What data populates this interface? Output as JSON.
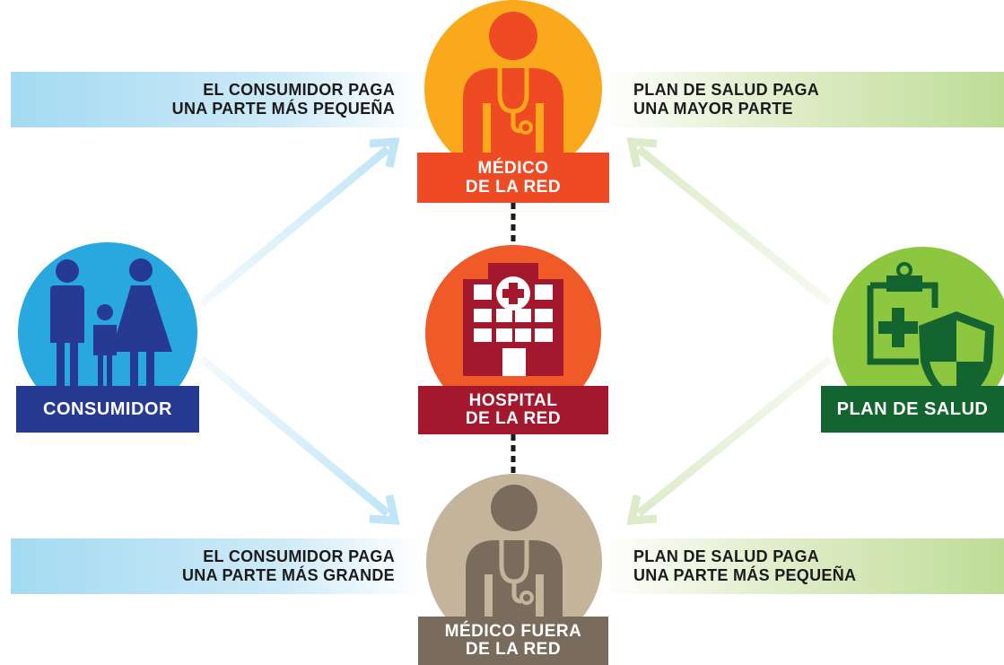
{
  "colors": {
    "consumer_blue": "#29a8df",
    "consumer_label": "#263a93",
    "doctor_in_orange": "#f9a91b",
    "doctor_in_label": "#ee4b24",
    "hospital_orange": "#f05a28",
    "hospital_label": "#a3182d",
    "doctor_out_tan": "#c4b49b",
    "doctor_out_label": "#7a6c5d",
    "plan_green": "#8dc63f",
    "plan_label": "#14642f"
  },
  "top_left_band": {
    "line1": "EL CONSUMIDOR PAGA",
    "line2": "UNA PARTE MÁS PEQUEÑA"
  },
  "top_right_band": {
    "line1": "PLAN DE SALUD PAGA",
    "line2": "UNA MAYOR PARTE"
  },
  "bottom_left_band": {
    "line1": "EL CONSUMIDOR PAGA",
    "line2": "UNA PARTE MÁS GRANDE"
  },
  "bottom_right_band": {
    "line1": "PLAN DE SALUD PAGA",
    "line2": "UNA PARTE MÁS PEQUEÑA"
  },
  "nodes": {
    "doctor_in": {
      "line1": "MÉDICO",
      "line2": "DE LA RED",
      "icon": "doctor-icon"
    },
    "hospital": {
      "line1": "HOSPITAL",
      "line2": "DE LA RED",
      "icon": "hospital-icon"
    },
    "doctor_out": {
      "line1": "MÉDICO FUERA",
      "line2": "DE LA RED",
      "icon": "doctor-icon"
    },
    "consumer": {
      "label": "CONSUMIDOR",
      "icon": "family-icon"
    },
    "plan": {
      "label": "PLAN DE SALUD",
      "icon": "clipboard-shield-icon"
    }
  }
}
